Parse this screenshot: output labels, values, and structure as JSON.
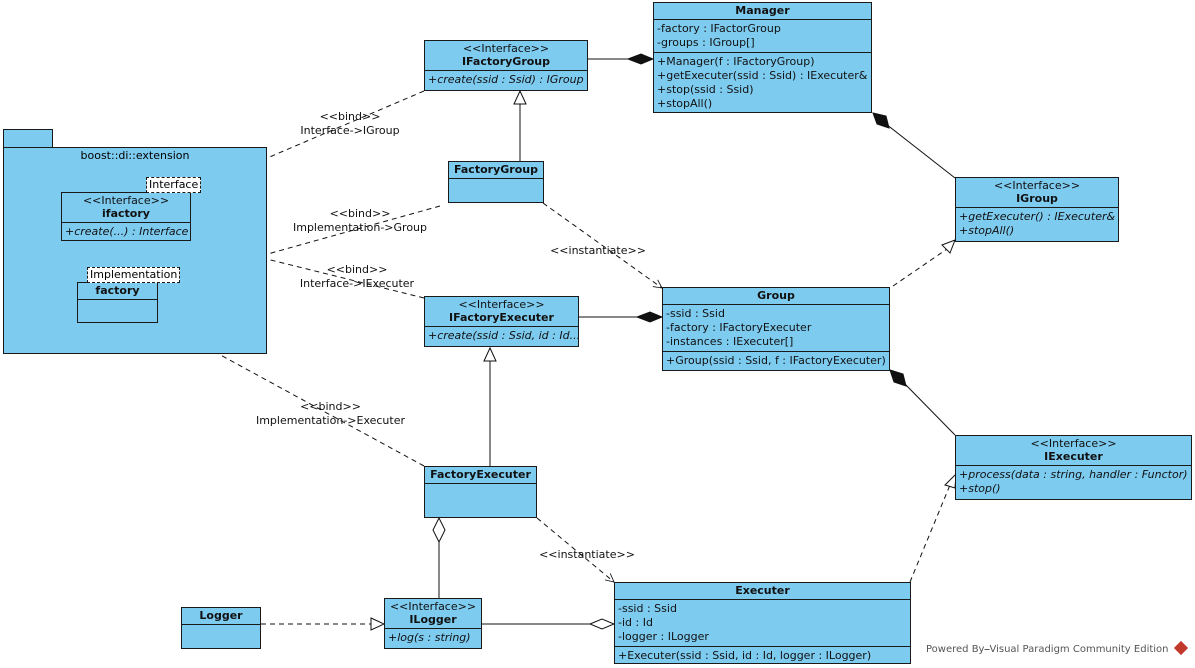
{
  "package": {
    "name": "boost::di::extension",
    "template_params": [
      "Interface",
      "Implementation"
    ],
    "classes": {
      "ifactory": {
        "stereotype": "<<Interface>>",
        "name": "ifactory",
        "operations": [
          "+create(...) : Interface"
        ]
      },
      "factory": {
        "name": "factory"
      }
    }
  },
  "classes": {
    "manager": {
      "name": "Manager",
      "attributes": [
        "-factory : IFactorGroup",
        "-groups : IGroup[]"
      ],
      "operations": [
        "+Manager(f : IFactoryGroup)",
        "+getExecuter(ssid : Ssid) : IExecuter&",
        "+stop(ssid : Ssid)",
        "+stopAll()"
      ]
    },
    "ifactorygroup": {
      "stereotype": "<<Interface>>",
      "name": "IFactoryGroup",
      "operations": [
        "+create(ssid : Ssid) : IGroup"
      ]
    },
    "factorygroup": {
      "name": "FactoryGroup"
    },
    "igroup": {
      "stereotype": "<<Interface>>",
      "name": "IGroup",
      "operations": [
        "+getExecuter() : IExecuter&",
        "+stopAll()"
      ]
    },
    "ifactoryexecuter": {
      "stereotype": "<<Interface>>",
      "name": "IFactoryExecuter",
      "operations": [
        "+create(ssid : Ssid, id : Id..."
      ]
    },
    "group": {
      "name": "Group",
      "attributes": [
        "-ssid : Ssid",
        "-factory : IFactoryExecuter",
        "-instances : IExecuter[]"
      ],
      "operations": [
        "+Group(ssid : Ssid, f : IFactoryExecuter)"
      ]
    },
    "iexecuter": {
      "stereotype": "<<Interface>>",
      "name": "IExecuter",
      "operations": [
        "+process(data : string, handler : Functor)",
        "+stop()"
      ]
    },
    "factoryexecuter": {
      "name": "FactoryExecuter"
    },
    "logger": {
      "name": "Logger"
    },
    "ilogger": {
      "stereotype": "<<Interface>>",
      "name": "ILogger",
      "operations": [
        "+log(s : string)"
      ]
    },
    "executer": {
      "name": "Executer",
      "attributes": [
        "-ssid : Ssid",
        "-id : Id",
        "-logger : ILogger"
      ],
      "operations": [
        "+Executer(ssid : Ssid, id : Id, logger : ILogger)"
      ]
    }
  },
  "labels": {
    "bind_group": [
      "<<bind>>",
      "Interface->IGroup"
    ],
    "bind_impl_group": [
      "<<bind>>",
      "Implementation->Group"
    ],
    "bind_executer": [
      "<<bind>>",
      "Interface->IExecuter"
    ],
    "bind_impl_executer": [
      "<<bind>>",
      "Implementation->Executer"
    ],
    "instantiate_group": "<<instantiate>>",
    "instantiate_executer": "<<instantiate>>"
  },
  "footer": {
    "credit": "Powered By⎯Visual Paradigm Community Edition"
  }
}
